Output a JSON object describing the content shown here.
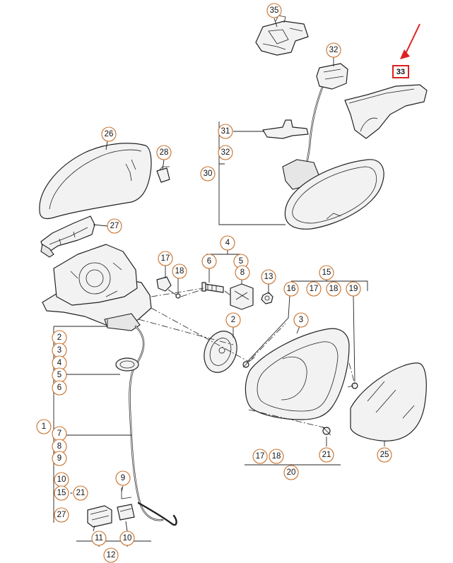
{
  "callouts": {
    "p35": "35",
    "p32a": "32",
    "p33": "33",
    "p26": "26",
    "p28": "28",
    "p31": "31",
    "p32b": "32",
    "p30": "30",
    "p27": "27",
    "p4": "4",
    "p6": "6",
    "p5": "5",
    "p8": "8",
    "p17a": "17",
    "p18a": "18",
    "p13": "13",
    "p15": "15",
    "p16": "16",
    "p17b": "17",
    "p18b": "18",
    "p19": "19",
    "p2a": "2",
    "p3a": "3",
    "l2": "2",
    "l3": "3",
    "l4": "4",
    "l5": "5",
    "l6": "6",
    "l1": "1",
    "l7": "7",
    "l8": "8",
    "l9": "9",
    "l10": "10",
    "l15": "15",
    "l21": "21",
    "l27": "27",
    "p9": "9",
    "p11": "11",
    "p10": "10",
    "p12": "12",
    "p17c": "17",
    "p18c": "18",
    "p20": "20",
    "p21": "21",
    "p25": "25"
  },
  "colors": {
    "callout_stroke": "#c8702a",
    "highlight": "#e02020",
    "line": "#222222"
  }
}
